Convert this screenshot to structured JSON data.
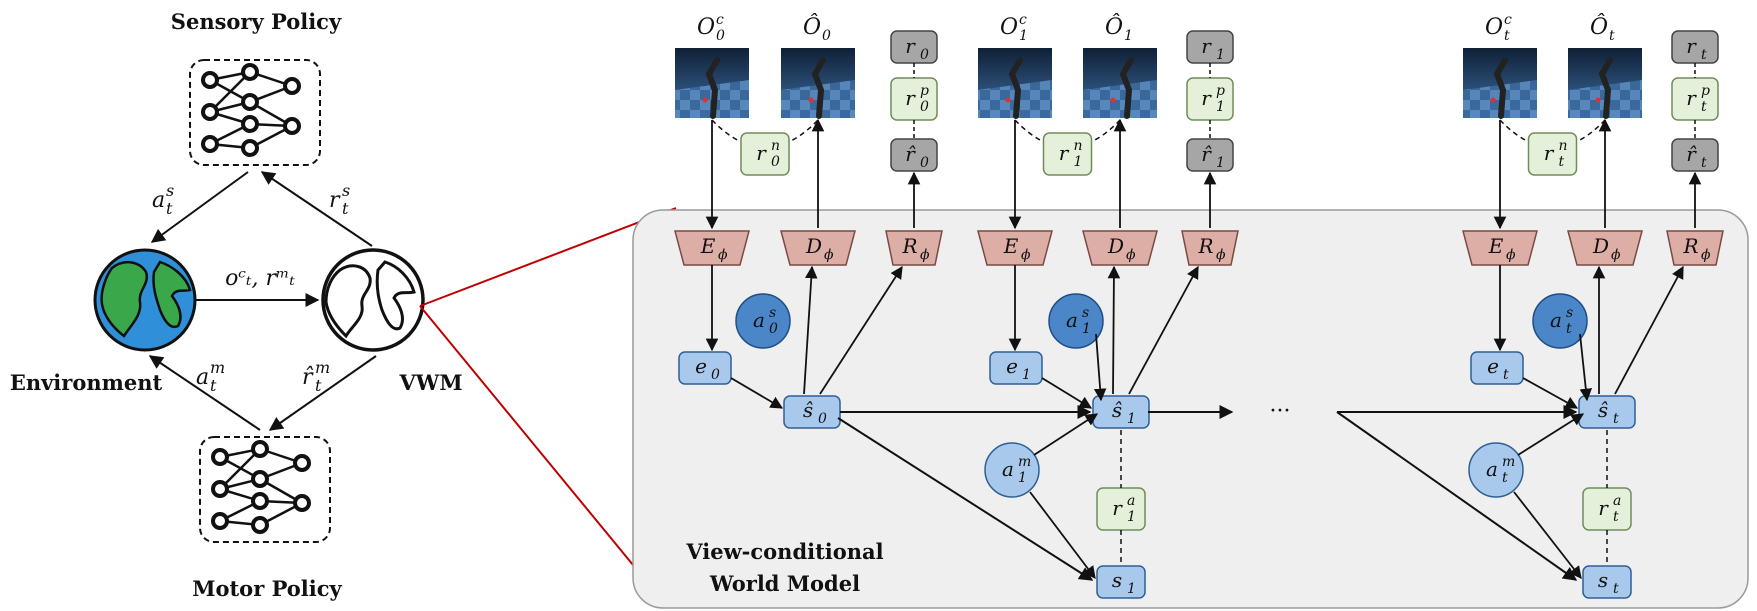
{
  "left": {
    "sensory_policy": "Sensory Policy",
    "motor_policy": "Motor Policy",
    "environment": "Environment",
    "vwm": "VWM",
    "a_s": {
      "base": "a",
      "sup": "s",
      "sub": "t"
    },
    "r_s": {
      "base": "r",
      "sup": "s",
      "sub": "t"
    },
    "o_c_r_m": "oᶜₜ, rᵐₜ",
    "a_m": {
      "base": "a",
      "sup": "m",
      "sub": "t"
    },
    "r_hat_m": {
      "base": "r̂",
      "sup": "m",
      "sub": "t"
    }
  },
  "model_title": [
    "View-conditional",
    "World Model"
  ],
  "ellipsis": "···",
  "steps": [
    {
      "t": "0",
      "O_c": {
        "base": "O",
        "sup": "c",
        "sub": "0"
      },
      "O_hat": {
        "base": "Ô",
        "sub": "0"
      },
      "r": {
        "base": "r",
        "sub": "0"
      },
      "r_p": {
        "base": "r",
        "sup": "p",
        "sub": "0"
      },
      "r_hat": {
        "base": "r̂",
        "sub": "0"
      },
      "r_n": {
        "base": "r",
        "sup": "n",
        "sub": "0"
      },
      "E": {
        "base": "E",
        "sub": "ϕ"
      },
      "D": {
        "base": "D",
        "sub": "ϕ"
      },
      "R": {
        "base": "R",
        "sub": "ϕ"
      },
      "e": {
        "base": "e",
        "sub": "0"
      },
      "a_s": {
        "base": "a",
        "sup": "s",
        "sub": "0"
      },
      "s_hat": {
        "base": "ŝ",
        "sub": "0"
      }
    },
    {
      "t": "1",
      "O_c": {
        "base": "O",
        "sup": "c",
        "sub": "1"
      },
      "O_hat": {
        "base": "Ô",
        "sub": "1"
      },
      "r": {
        "base": "r",
        "sub": "1"
      },
      "r_p": {
        "base": "r",
        "sup": "p",
        "sub": "1"
      },
      "r_hat": {
        "base": "r̂",
        "sub": "1"
      },
      "r_n": {
        "base": "r",
        "sup": "n",
        "sub": "1"
      },
      "E": {
        "base": "E",
        "sub": "ϕ"
      },
      "D": {
        "base": "D",
        "sub": "ϕ"
      },
      "R": {
        "base": "R",
        "sub": "ϕ"
      },
      "e": {
        "base": "e",
        "sub": "1"
      },
      "a_s": {
        "base": "a",
        "sup": "s",
        "sub": "1"
      },
      "s_hat": {
        "base": "ŝ",
        "sub": "1"
      },
      "a_m": {
        "base": "a",
        "sup": "m",
        "sub": "1"
      },
      "r_a": {
        "base": "r",
        "sup": "a",
        "sub": "1"
      },
      "s": {
        "base": "s",
        "sub": "1"
      }
    },
    {
      "t": "t",
      "O_c": {
        "base": "O",
        "sup": "c",
        "sub": "t"
      },
      "O_hat": {
        "base": "Ô",
        "sub": "t"
      },
      "r": {
        "base": "r",
        "sub": "t"
      },
      "r_p": {
        "base": "r",
        "sup": "p",
        "sub": "t"
      },
      "r_hat": {
        "base": "r̂",
        "sub": "t"
      },
      "r_n": {
        "base": "r",
        "sup": "n",
        "sub": "t"
      },
      "E": {
        "base": "E",
        "sub": "ϕ"
      },
      "D": {
        "base": "D",
        "sub": "ϕ"
      },
      "R": {
        "base": "R",
        "sub": "ϕ"
      },
      "e": {
        "base": "e",
        "sub": "t"
      },
      "a_s": {
        "base": "a",
        "sup": "s",
        "sub": "t"
      },
      "s_hat": {
        "base": "ŝ",
        "sub": "t"
      },
      "a_m": {
        "base": "a",
        "sup": "m",
        "sub": "t"
      },
      "r_a": {
        "base": "r",
        "sup": "a",
        "sub": "t"
      },
      "s": {
        "base": "s",
        "sub": "t"
      }
    }
  ],
  "colors": {
    "encoder_fill": "#dcaea6",
    "encoder_stroke": "#7a4a44",
    "node_fill": "#a9c9ec",
    "node_stroke": "#2f5f95",
    "circle_fill": "#4b86c8",
    "circle_stroke": "#1f4e86",
    "reward_fill": "#e4f0d9",
    "reward_stroke": "#6f8d5b",
    "gray_fill": "#a6a6a6",
    "gray_stroke": "#444444",
    "panel_fill": "#efefef",
    "panel_stroke": "#9a9a9a",
    "red_line": "#c00000"
  },
  "icons": [
    "neural-network-icon",
    "earth-icon",
    "globe-outline-icon",
    "robot-view-image"
  ]
}
